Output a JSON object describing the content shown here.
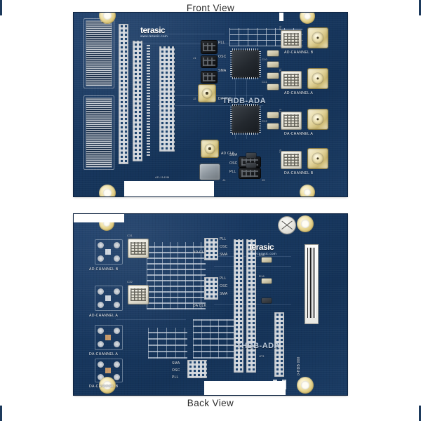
{
  "image": {
    "subject": "Terasic THDB-ADA high-speed AD/DA daughter board",
    "background_color": "#ffffff",
    "board_color": "#17375f"
  },
  "captions": {
    "front": "Front View",
    "back": "Back View"
  },
  "brand": {
    "name": "terasic",
    "url": "www.terasic.com"
  },
  "front": {
    "board_silkscreen": "THDB-ADA",
    "connector_labels": [
      {
        "name": "ad-channel-b",
        "text": "AD-CHANNEL B"
      },
      {
        "name": "ad-channel-a",
        "text": "AD-CHANNEL A"
      },
      {
        "name": "da-channel-a",
        "text": "DA-CHANNEL A"
      },
      {
        "name": "da-channel-b",
        "text": "DA-CHANNEL B"
      }
    ],
    "clock_labels": [
      {
        "name": "ad-clk",
        "text": "AD CLK"
      },
      {
        "name": "da-clk",
        "text": "DA CLK"
      }
    ],
    "jumper_groups": [
      {
        "name": "da-clk-jumper",
        "options": [
          "PLL",
          "OSC",
          "SMA"
        ]
      },
      {
        "name": "ad-clk-jumper",
        "options": [
          "SMA",
          "OSC",
          "PLL"
        ]
      }
    ],
    "ref_designators": [
      "J1",
      "J2",
      "J3",
      "J4",
      "J5",
      "U1",
      "U2",
      "U3",
      "U4",
      "C10",
      "C11",
      "C12",
      "C13",
      "C14",
      "C15",
      "R1",
      "R2",
      "R3",
      "R4",
      "JP1",
      "JP2",
      "T1",
      "T2",
      "T3",
      "T4"
    ],
    "part_marking": "AD-1140M"
  },
  "back": {
    "board_silkscreen": "THDB-ADA",
    "connector_labels": [
      {
        "name": "ad-channel-b",
        "text": "AD-CHANNEL B"
      },
      {
        "name": "ad-channel-a",
        "text": "AD-CHANNEL A"
      },
      {
        "name": "da-channel-a",
        "text": "DA-CHANNEL A"
      },
      {
        "name": "da-channel-b",
        "text": "DA-CHANNEL B"
      }
    ],
    "clock_labels": [
      {
        "name": "ad-clk",
        "text": "AD CLK"
      },
      {
        "name": "da-clk",
        "text": "DA CLK"
      }
    ],
    "jumper_groups": [
      {
        "name": "upper-clk-jumper",
        "options": [
          "PLL",
          "OSC",
          "SMA"
        ]
      },
      {
        "name": "lower-clk-jumper",
        "options": [
          "PLL",
          "OSC",
          "SMA"
        ]
      }
    ],
    "side_labels": [
      {
        "name": "sma-label",
        "text": "SMA"
      },
      {
        "name": "osc-label",
        "text": "OSC"
      },
      {
        "name": "pll-label",
        "text": "PLL"
      }
    ],
    "ref_designators": [
      "C31",
      "C32",
      "C33",
      "C34",
      "C35",
      "C36",
      "R15",
      "R16",
      "R17",
      "R18",
      "R19",
      "R20",
      "U5",
      "U6",
      "J6",
      "J7",
      "JP3"
    ],
    "serial_label": "barcode-label",
    "qc_sticker": "qc-sticker",
    "rotated_marking": "0-HDB 000"
  }
}
